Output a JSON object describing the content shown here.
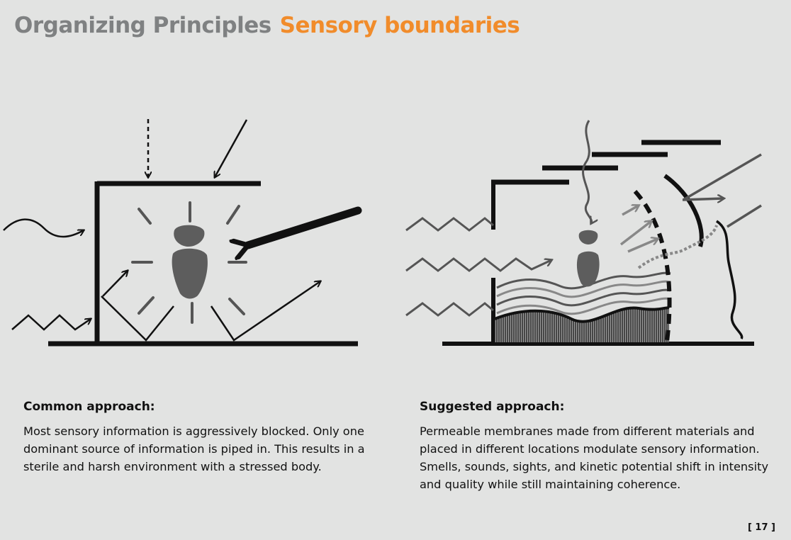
{
  "header": {
    "section": "Organizing Principles",
    "topic": "Sensory boundaries",
    "section_color": "#7f8182",
    "topic_color": "#f18c2b"
  },
  "common": {
    "heading": "Common approach:",
    "body": "Most sensory information is aggressively blocked. Only one dominant source of information is piped in. This results in a sterile and harsh environment with a stressed body."
  },
  "suggested": {
    "heading": "Suggested approach:",
    "body": "Permeable membranes made from different materials and placed in different locations modulate sensory information. Smells, sounds, sights, and kinetic potential shift in intensity and quality while still maintaining coherence."
  },
  "page_number": "[ 17 ]"
}
